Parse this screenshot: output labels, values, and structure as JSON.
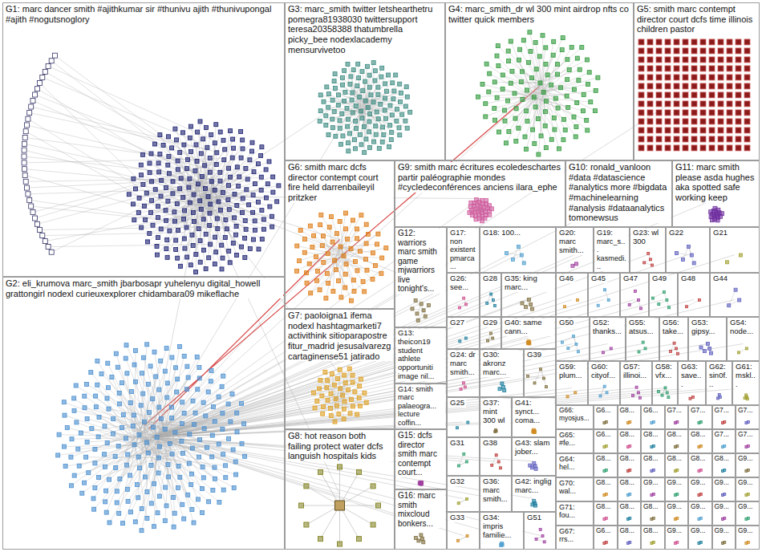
{
  "diagram": {
    "nodes": [
      {
        "text": [
          "G1: marc dancer smith #ajithkumar sir #thunivu ajith #thunivupongal #ajith #nogutsnoglory"
        ]
      },
      {
        "text": [
          "G2: eli_krumova marc_smith jbarbosapr yuhelenyu digital_howell grattongirl nodexl curieuxexplorer chidambara09 mikeflache"
        ]
      },
      {
        "text": [
          "G3: marc_smith twitter letshearthetru pomegra81938030 twittersupport teresa20358388 thatumbrella picky_bee nodexlacademy mensurvivetoo"
        ]
      },
      {
        "text": [
          "G4: marc_smith_dr wl 300 mint airdrop nfts co twitter quick members"
        ]
      },
      {
        "text": [
          "G5: smith marc contempt director court dcfs time illinois children pastor"
        ]
      },
      {
        "text": [
          "G6: smith marc dcfs director contempt court fire held darrenbaileyil pritzker"
        ]
      },
      {
        "text": [
          "G9: smith marc écritures ecoledeschartes partir paléographie mondes #cycledeconférences anciens ilara_ephe"
        ]
      },
      {
        "text": [
          "G10: ronald_vanloon #data #datascience #analytics more #bigdata #machinelearning #analysis #dataanalytics tomonewsus"
        ]
      },
      {
        "text": [
          "G11: marc smith please asda hughes aka spotted safe working keep"
        ]
      },
      {
        "text": [
          "G12: warriors marc smith game mjwarriors live tonight's..."
        ]
      },
      {
        "text": [
          "G17: non existent pmarca..."
        ]
      },
      {
        "text": [
          "G18: 100..."
        ]
      },
      {
        "text": [
          "G20: marc smith..."
        ]
      },
      {
        "text": [
          "G19: marc_s... kasmedi..."
        ]
      },
      {
        "text": [
          "G23: wl 300"
        ]
      },
      {
        "text": [
          "G22"
        ]
      },
      {
        "text": [
          "G21"
        ]
      },
      {
        "text": [
          "G26: see..."
        ]
      },
      {
        "text": [
          "G28"
        ]
      },
      {
        "text": [
          "G35: king marc..."
        ]
      },
      {
        "text": [
          "G46"
        ]
      },
      {
        "text": [
          "G45"
        ]
      },
      {
        "text": [
          "G47"
        ]
      },
      {
        "text": [
          "G49"
        ]
      },
      {
        "text": [
          "G48"
        ]
      },
      {
        "text": [
          "G44"
        ]
      },
      {
        "text": [
          "G7: paoloigna1 ifema nodexl hashtagmarketi7 activithink sitioparapostre fitur_madrid jesusalvarezg cartaginense51 jatirado"
        ]
      },
      {
        "text": [
          "G13: theicon19 student athlete opportuniti image nil..."
        ]
      },
      {
        "text": [
          "G27"
        ]
      },
      {
        "text": [
          "G29"
        ]
      },
      {
        "text": [
          "G40: same cann..."
        ]
      },
      {
        "text": [
          "G50"
        ]
      },
      {
        "text": [
          "G52: thanks..."
        ]
      },
      {
        "text": [
          "G55: atsus..."
        ]
      },
      {
        "text": [
          "G56: take..."
        ]
      },
      {
        "text": [
          "G53: gipsy..."
        ]
      },
      {
        "text": [
          "G54: node..."
        ]
      },
      {
        "text": [
          "G24: dr marc smith..."
        ]
      },
      {
        "text": [
          "G30: akronz marc..."
        ]
      },
      {
        "text": [
          "G39"
        ]
      },
      {
        "text": [
          "G59: plum..."
        ]
      },
      {
        "text": [
          "G60: cityof..."
        ]
      },
      {
        "text": [
          "G57: illinoi..."
        ]
      },
      {
        "text": [
          "G58: vfx..."
        ]
      },
      {
        "text": [
          "G63: save..."
        ]
      },
      {
        "text": [
          "G62: sin0f..."
        ]
      },
      {
        "text": [
          "G61: mskl..."
        ]
      },
      {
        "text": [
          "G14: smith marc palaeogra... lecture coffin..."
        ]
      },
      {
        "text": [
          "G25"
        ]
      },
      {
        "text": [
          "G37: mint 300 wl"
        ]
      },
      {
        "text": [
          "G41: synct... coma..."
        ]
      },
      {
        "text": [
          "G8: hot reason both failing protect water dcfs languish hospitals kids"
        ]
      },
      {
        "text": [
          "G15: dcfs director smith marc contempt court..."
        ]
      },
      {
        "text": [
          "G31"
        ]
      },
      {
        "text": [
          "G38"
        ]
      },
      {
        "text": [
          "G43: slam jober..."
        ]
      },
      {
        "text": [
          "G32"
        ]
      },
      {
        "text": [
          "G36: marc smith..."
        ]
      },
      {
        "text": [
          "G42: inglig marc..."
        ]
      },
      {
        "text": [
          "G16: marc smith mixcloud bonkers..."
        ]
      },
      {
        "text": [
          "G33"
        ]
      },
      {
        "text": [
          "G34: impris familie..."
        ]
      },
      {
        "text": [
          "G51"
        ]
      },
      {
        "text": [
          "G66: myosjus..."
        ]
      },
      {
        "text": [
          "G65: #fe..."
        ]
      },
      {
        "text": [
          "G64: hel..."
        ]
      },
      {
        "text": [
          "G70: wal..."
        ]
      },
      {
        "text": [
          "G71: fou..."
        ]
      },
      {
        "text": [
          "G67: rrs..."
        ]
      },
      {
        "text": [
          "G6..."
        ]
      },
      {
        "text": [
          "G8..."
        ]
      },
      {
        "text": [
          "G6..."
        ]
      },
      {
        "text": [
          "G7..."
        ]
      },
      {
        "text": [
          "G7..."
        ]
      },
      {
        "text": [
          "G7..."
        ]
      },
      {
        "text": [
          "G7..."
        ]
      },
      {
        "text": [
          "G6..."
        ]
      },
      {
        "text": [
          "G8..."
        ]
      },
      {
        "text": [
          "G8..."
        ]
      },
      {
        "text": [
          "G8..."
        ]
      },
      {
        "text": [
          "G8..."
        ]
      },
      {
        "text": [
          "G7..."
        ]
      },
      {
        "text": [
          "G7..."
        ]
      },
      {
        "text": [
          "G8..."
        ]
      },
      {
        "text": [
          "G8..."
        ]
      },
      {
        "text": [
          "G8..."
        ]
      },
      {
        "text": [
          "G8..."
        ]
      },
      {
        "text": [
          "G8..."
        ]
      },
      {
        "text": [
          "G8..."
        ]
      },
      {
        "text": [
          "G9..."
        ]
      },
      {
        "text": [
          "G8..."
        ]
      },
      {
        "text": [
          "G8..."
        ]
      },
      {
        "text": [
          "G9..."
        ]
      },
      {
        "text": [
          "G9..."
        ]
      },
      {
        "text": [
          "G9..."
        ]
      },
      {
        "text": [
          "G9..."
        ]
      },
      {
        "text": [
          "G9..."
        ]
      },
      {
        "text": [
          "G8..."
        ]
      },
      {
        "text": [
          "G8..."
        ]
      },
      {
        "text": [
          "G8..."
        ]
      },
      {
        "text": [
          "G9..."
        ]
      },
      {
        "text": [
          "G9..."
        ]
      },
      {
        "text": [
          "G9..."
        ]
      },
      {
        "text": [
          "G9..."
        ]
      },
      {
        "text": [
          "G6..."
        ]
      },
      {
        "text": [
          "G8..."
        ]
      },
      {
        "text": [
          "G8..."
        ]
      },
      {
        "text": [
          "G9..."
        ]
      },
      {
        "text": [
          "G9..."
        ]
      },
      {
        "text": [
          "G9..."
        ]
      },
      {
        "text": [
          "G9..."
        ]
      }
    ]
  }
}
